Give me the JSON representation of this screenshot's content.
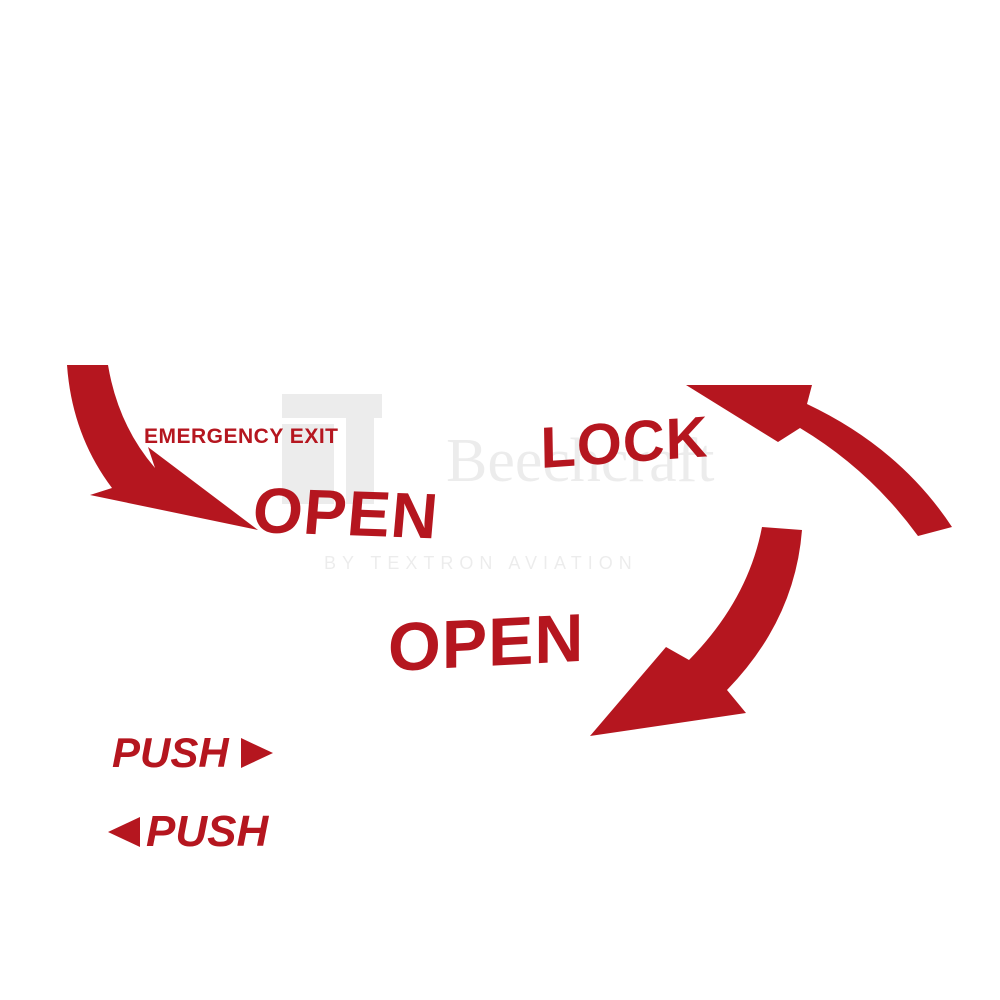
{
  "colors": {
    "decal_red": "#b5161f",
    "background": "#ffffff",
    "watermark": "#000000"
  },
  "labels": {
    "emergency_exit": "EMERGENCY EXIT",
    "open_top": "OPEN",
    "lock": "LOCK",
    "open_bottom": "OPEN",
    "push_right": "PUSH",
    "push_left": "PUSH"
  },
  "watermark": {
    "brand": "Beechcraft",
    "tagline": "BY TEXTRON AVIATION"
  },
  "icons": {
    "arrow_top_left": "curved-arrow-down-right-icon",
    "arrow_top_right": "curved-arrow-up-left-icon",
    "arrow_bottom_right": "curved-arrow-down-left-icon",
    "push_right_marker": "triangle-right-icon",
    "push_left_marker": "triangle-left-icon",
    "brand_logo": "beechcraft-logo-watermark"
  }
}
